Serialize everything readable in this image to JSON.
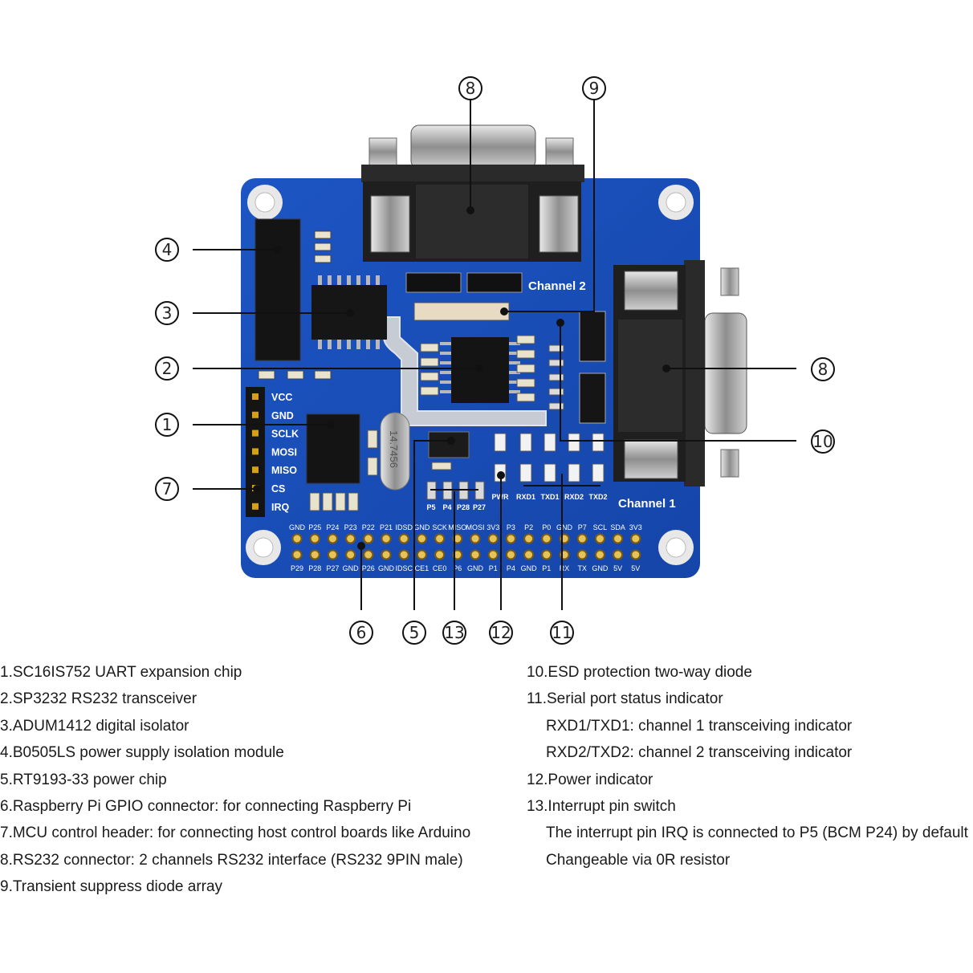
{
  "board": {
    "header_labels": [
      "VCC",
      "GND",
      "SCLK",
      "MOSI",
      "MISO",
      "CS",
      "IRQ"
    ],
    "channel1_label": "Channel 1",
    "channel2_label": "Channel 2",
    "crystal_label": "14.7456",
    "gpio_top_labels": [
      "GND",
      "P25",
      "P24",
      "P23",
      "P22",
      "P21",
      "IDSD",
      "GND",
      "SCK",
      "MISO",
      "MOSI",
      "3V3",
      "P3",
      "P2",
      "P0",
      "GND",
      "P7",
      "SCL",
      "SDA",
      "3V3"
    ],
    "gpio_bottom_labels": [
      "P29",
      "P28",
      "P27",
      "GND",
      "P26",
      "GND",
      "IDSC",
      "CE1",
      "CE0",
      "P6",
      "GND",
      "P1",
      "P4",
      "GND",
      "P1",
      "RX",
      "TX",
      "GND",
      "5V",
      "5V"
    ],
    "irq_labels": [
      "P5",
      "P4",
      "P28",
      "P27"
    ],
    "led_labels": [
      "PWR",
      "RXD1",
      "TXD1",
      "RXD2",
      "TXD2"
    ]
  },
  "callouts": [
    "8",
    "9",
    "4",
    "3",
    "2",
    "1",
    "7",
    "8",
    "10",
    "6",
    "5",
    "13",
    "12",
    "11"
  ],
  "legend_left": [
    "1.SC16IS752 UART expansion chip",
    "2.SP3232 RS232 transceiver",
    "3.ADUM1412 digital isolator",
    "4.B0505LS power supply isolation module",
    "5.RT9193-33 power chip",
    "6.Raspberry Pi GPIO connector: for connecting Raspberry Pi",
    "7.MCU control header: for connecting host control boards like Arduino",
    "8.RS232 connector: 2 channels RS232 interface (RS232 9PIN male)",
    "9.Transient suppress diode array"
  ],
  "legend_right": [
    "10.ESD protection two-way diode",
    "11.Serial port status indicator",
    "RXD1/TXD1: channel 1 transceiving indicator",
    "RXD2/TXD2: channel 2 transceiving indicator",
    "12.Power indicator",
    "13.Interrupt pin switch",
    "The interrupt pin IRQ is connected to P5 (BCM P24) by default",
    "Changeable via 0R resistor"
  ]
}
